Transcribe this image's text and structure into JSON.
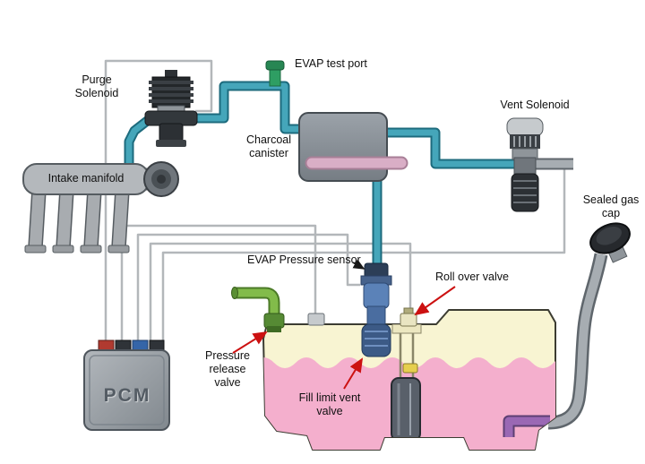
{
  "labels": {
    "purge_solenoid": "Purge Solenoid",
    "evap_test_port": "EVAP test port",
    "charcoal_canister": "Charcoal canister",
    "vent_solenoid": "Vent Solenoid",
    "intake_manifold": "Intake manifold",
    "sealed_gas_cap": "Sealed gas cap",
    "evap_pressure_sensor": "EVAP Pressure sensor",
    "roll_over_valve": "Roll over valve",
    "pressure_release_valve": "Pressure release valve",
    "fill_limit_vent_valve": "Fill limit vent valve",
    "pcm": "PCM"
  },
  "colors": {
    "pipe_teal": "#45a6ba",
    "pipe_pink": "#d9aec6",
    "pipe_gray": "#a7adb2",
    "wire_gray": "#b3b7ba",
    "tank_body": "#f8f4d2",
    "fuel_pink": "#f4afcd",
    "valve_green": "#82bb4a",
    "sensor_blue": "#5b82b8",
    "component_gray": "#8b949b",
    "arrow_red": "#cc1111"
  }
}
